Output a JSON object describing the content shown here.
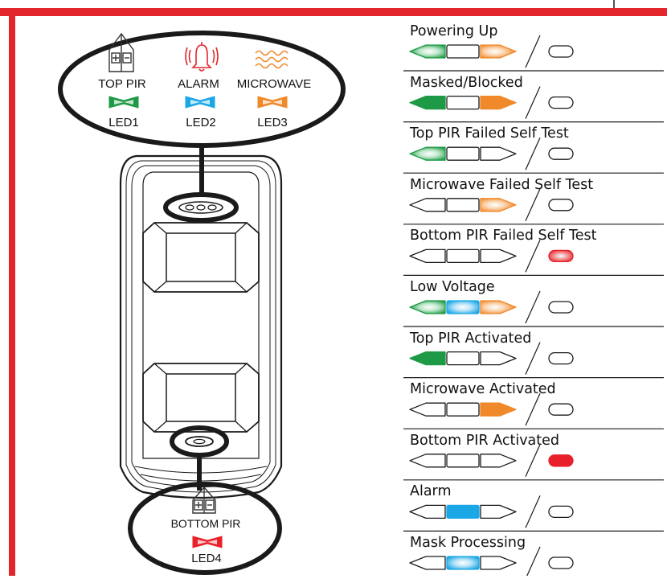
{
  "diagram": {
    "top_cluster": {
      "labels": {
        "top_pir": "TOP PIR",
        "alarm": "ALARM",
        "microwave": "MICROWAVE"
      },
      "leds": [
        {
          "label": "LED1",
          "color": "#1e9a46"
        },
        {
          "label": "LED2",
          "color": "#1ba7e6"
        },
        {
          "label": "LED3",
          "color": "#f0892a"
        }
      ]
    },
    "bottom_cluster": {
      "label": "BOTTOM PIR",
      "led": {
        "label": "LED4",
        "color": "#e8202a"
      }
    },
    "states": [
      {
        "label": "Powering Up",
        "leds": [
          "glow",
          "off",
          "glow"
        ],
        "led4": "off"
      },
      {
        "label": "Masked/Blocked",
        "leds": [
          "on",
          "off",
          "on"
        ],
        "led4": "off"
      },
      {
        "label": "Top PIR Failed Self Test",
        "leds": [
          "glow",
          "off",
          "off"
        ],
        "led4": "off"
      },
      {
        "label": "Microwave Failed Self Test",
        "leds": [
          "off",
          "off",
          "glow"
        ],
        "led4": "off"
      },
      {
        "label": "Bottom PIR Failed Self Test",
        "leds": [
          "off",
          "off",
          "off"
        ],
        "led4": "glow"
      },
      {
        "label": "Low Voltage",
        "leds": [
          "glow",
          "glow",
          "glow"
        ],
        "led4": "off"
      },
      {
        "label": "Top PIR Activated",
        "leds": [
          "on",
          "off",
          "off"
        ],
        "led4": "off"
      },
      {
        "label": "Microwave Activated",
        "leds": [
          "off",
          "off",
          "on"
        ],
        "led4": "off"
      },
      {
        "label": "Bottom PIR Activated",
        "leds": [
          "off",
          "off",
          "off"
        ],
        "led4": "on"
      },
      {
        "label": "Alarm",
        "leds": [
          "off",
          "on",
          "off"
        ],
        "led4": "off"
      },
      {
        "label": "Mask Processing",
        "leds": [
          "off",
          "glow",
          "off"
        ],
        "led4": "off"
      }
    ],
    "colors": {
      "frame_red": "#e2262b",
      "outline": "#1a1a1a"
    }
  }
}
